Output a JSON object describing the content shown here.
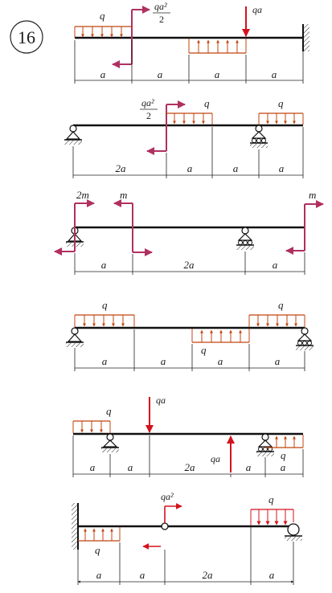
{
  "problem_number": "16",
  "colors": {
    "load": "#c1440e",
    "couple": "#b03060",
    "force": "#d4121e",
    "beam": "#111111"
  },
  "labels": {
    "q": "q",
    "a": "a",
    "two_a": "2a",
    "qa": "qa",
    "m": "m",
    "two_m": "2m",
    "qa2_num": "qa²",
    "qa2_den": "2",
    "qa2": "qa²"
  },
  "diagrams": [
    {
      "id": 1,
      "spans": [
        "a",
        "a",
        "a",
        "a"
      ],
      "support": "fixed-right"
    },
    {
      "id": 2,
      "spans": [
        "2a",
        "a",
        "a",
        "a"
      ],
      "support": "pin-left, roller"
    },
    {
      "id": 3,
      "spans": [
        "a",
        "2a",
        "a"
      ],
      "support": "pin-left, roller"
    },
    {
      "id": 4,
      "spans": [
        "a",
        "a",
        "a",
        "a"
      ],
      "support": "pin-left, roller-right"
    },
    {
      "id": 5,
      "spans": [
        "a",
        "a",
        "2a",
        "a",
        "a"
      ],
      "support": "pin, roller"
    },
    {
      "id": 6,
      "spans": [
        "a",
        "a",
        "2a",
        "a"
      ],
      "support": "fixed-left, hinge, roller-right"
    }
  ]
}
